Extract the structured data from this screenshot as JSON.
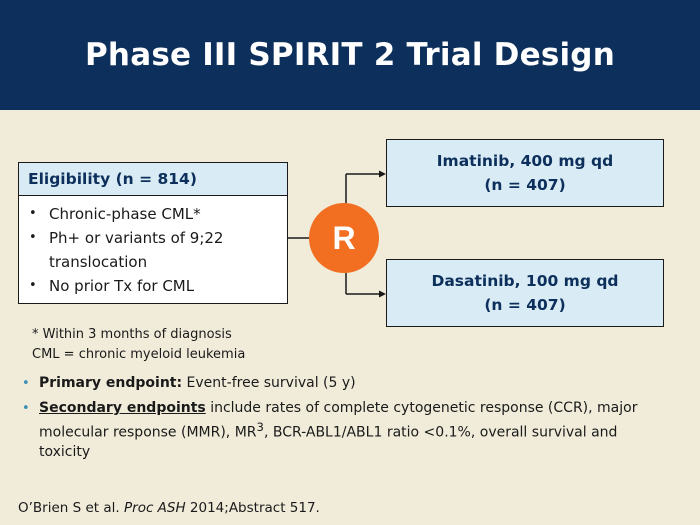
{
  "title": "Phase III SPIRIT 2 Trial Design",
  "eligibility": {
    "header": "Eligibility (n = 814)",
    "items": [
      "Chronic-phase CML*",
      "Ph+ or variants of 9;22 translocation",
      "No prior Tx for CML"
    ]
  },
  "randomize_label": "R",
  "arms": [
    {
      "line1": "Imatinib, 400 mg qd",
      "line2": "(n = 407)"
    },
    {
      "line1": "Dasatinib, 100 mg qd",
      "line2": "(n = 407)"
    }
  ],
  "footnotes": [
    "* Within 3 months of diagnosis",
    "CML = chronic myeloid leukemia"
  ],
  "endpoints": {
    "primary_label": "Primary endpoint:",
    "primary_text": " Event-free survival (5 y)",
    "secondary_label": "Secondary endpoints",
    "secondary_text_pre": " include rates of complete cytogenetic response (CCR), major molecular response (MMR), MR",
    "secondary_sup": "3",
    "secondary_text_post": ", BCR-ABL1/ABL1 ratio <0.1%, overall survival and toxicity"
  },
  "citation": {
    "authors": "O’Brien S et al. ",
    "journal": "Proc ASH",
    "rest": " 2014;Abstract 517."
  },
  "colors": {
    "title_bar": "#0c2f5b",
    "background": "#f1ecda",
    "box_fill": "#d9ebf4",
    "randomize_circle": "#f26f21",
    "bullet_accent": "#3b8fb5"
  }
}
